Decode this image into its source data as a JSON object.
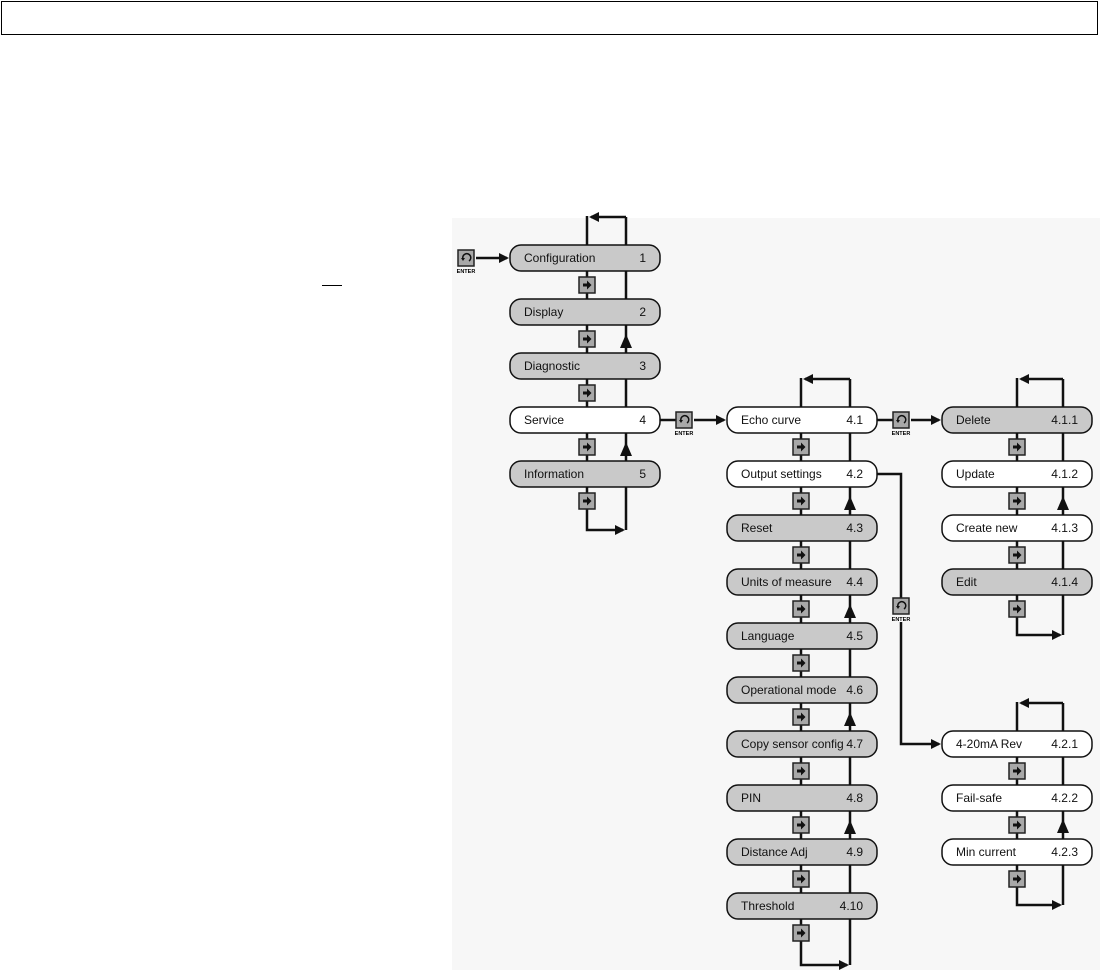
{
  "enter_label": "ENTER",
  "colors": {
    "gray_box": "#c9c9c9",
    "white_box": "#ffffff",
    "stroke": "#111111"
  },
  "level1": [
    {
      "label": "Configuration",
      "code": "1",
      "style": "gray"
    },
    {
      "label": "Display",
      "code": "2",
      "style": "gray"
    },
    {
      "label": "Diagnostic",
      "code": "3",
      "style": "gray"
    },
    {
      "label": "Service",
      "code": "4",
      "style": "white"
    },
    {
      "label": "Information",
      "code": "5",
      "style": "gray"
    }
  ],
  "level2": [
    {
      "label": "Echo curve",
      "code": "4.1",
      "style": "white"
    },
    {
      "label": "Output settings",
      "code": "4.2",
      "style": "white"
    },
    {
      "label": "Reset",
      "code": "4.3",
      "style": "gray"
    },
    {
      "label": "Units of measure",
      "code": "4.4",
      "style": "gray"
    },
    {
      "label": "Language",
      "code": "4.5",
      "style": "gray"
    },
    {
      "label": "Operational mode",
      "code": "4.6",
      "style": "gray"
    },
    {
      "label": "Copy sensor config",
      "code": "4.7",
      "style": "gray"
    },
    {
      "label": "PIN",
      "code": "4.8",
      "style": "gray"
    },
    {
      "label": "Distance Adj",
      "code": "4.9",
      "style": "gray"
    },
    {
      "label": "Threshold",
      "code": "4.10",
      "style": "gray"
    }
  ],
  "level3_echo": [
    {
      "label": "Delete",
      "code": "4.1.1",
      "style": "gray"
    },
    {
      "label": "Update",
      "code": "4.1.2",
      "style": "white"
    },
    {
      "label": "Create new",
      "code": "4.1.3",
      "style": "white"
    },
    {
      "label": "Edit",
      "code": "4.1.4",
      "style": "gray"
    }
  ],
  "level3_output": [
    {
      "label": "4-20mA Rev",
      "code": "4.2.1",
      "style": "white"
    },
    {
      "label": "Fail-safe",
      "code": "4.2.2",
      "style": "white"
    },
    {
      "label": "Min current",
      "code": "4.2.3",
      "style": "white"
    }
  ]
}
